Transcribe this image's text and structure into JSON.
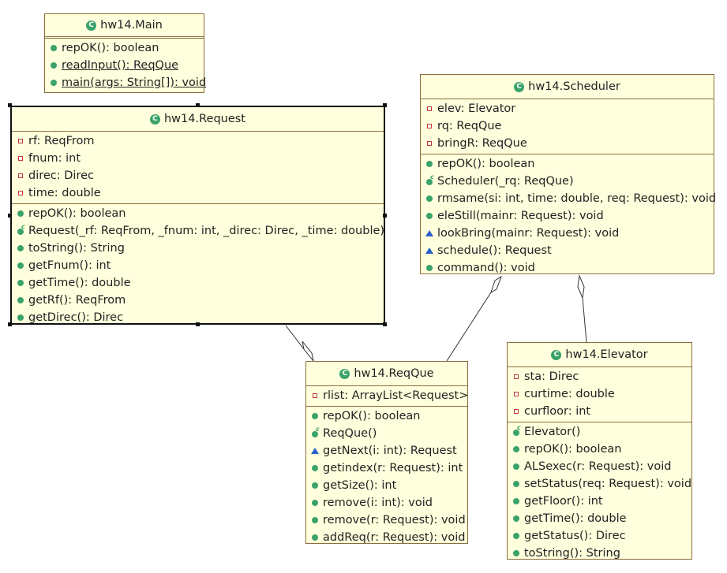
{
  "classes": {
    "main": {
      "name": "hw14.Main",
      "attributes": [],
      "operations": [
        {
          "vis": "pub",
          "text": "repOK(): boolean",
          "static": false
        },
        {
          "vis": "pub",
          "text": "readInput(): ReqQue",
          "static": true
        },
        {
          "vis": "pub",
          "text": "main(args: String[]): void",
          "static": true
        }
      ]
    },
    "request": {
      "name": "hw14.Request",
      "attributes": [
        {
          "vis": "priv",
          "text": "rf: ReqFrom"
        },
        {
          "vis": "priv",
          "text": "fnum: int"
        },
        {
          "vis": "priv",
          "text": "direc: Direc"
        },
        {
          "vis": "priv",
          "text": "time: double"
        }
      ],
      "operations": [
        {
          "vis": "pub",
          "text": "repOK(): boolean"
        },
        {
          "vis": "ctor",
          "text": "Request(_rf: ReqFrom, _fnum: int, _direc: Direc, _time: double)"
        },
        {
          "vis": "pub",
          "text": "toString(): String"
        },
        {
          "vis": "pub",
          "text": "getFnum(): int"
        },
        {
          "vis": "pub",
          "text": "getTime(): double"
        },
        {
          "vis": "pub",
          "text": "getRf(): ReqFrom"
        },
        {
          "vis": "pub",
          "text": "getDirec(): Direc"
        }
      ]
    },
    "scheduler": {
      "name": "hw14.Scheduler",
      "attributes": [
        {
          "vis": "priv",
          "text": "elev: Elevator"
        },
        {
          "vis": "priv",
          "text": "rq: ReqQue"
        },
        {
          "vis": "priv",
          "text": "bringR: ReqQue"
        }
      ],
      "operations": [
        {
          "vis": "pub",
          "text": "repOK(): boolean"
        },
        {
          "vis": "ctor",
          "text": "Scheduler(_rq: ReqQue)"
        },
        {
          "vis": "pub",
          "text": "rmsame(si: int, time: double, req: Request): void"
        },
        {
          "vis": "pub",
          "text": "eleStill(mainr: Request): void"
        },
        {
          "vis": "pkg",
          "text": "lookBring(mainr: Request): void"
        },
        {
          "vis": "pkg",
          "text": "schedule(): Request"
        },
        {
          "vis": "pub",
          "text": "command(): void"
        }
      ]
    },
    "reqque": {
      "name": "hw14.ReqQue",
      "attributes": [
        {
          "vis": "priv",
          "text": "rlist: ArrayList<Request>"
        }
      ],
      "operations": [
        {
          "vis": "pub",
          "text": "repOK(): boolean"
        },
        {
          "vis": "ctor",
          "text": "ReqQue()"
        },
        {
          "vis": "pkg",
          "text": "getNext(i: int): Request"
        },
        {
          "vis": "pub",
          "text": "getindex(r: Request): int"
        },
        {
          "vis": "pub",
          "text": "getSize(): int"
        },
        {
          "vis": "pub",
          "text": "remove(i: int): void"
        },
        {
          "vis": "pub",
          "text": "remove(r: Request): void"
        },
        {
          "vis": "pub",
          "text": "addReq(r: Request): void"
        }
      ]
    },
    "elevator": {
      "name": "hw14.Elevator",
      "attributes": [
        {
          "vis": "priv",
          "text": "sta: Direc"
        },
        {
          "vis": "priv",
          "text": "curtime: double"
        },
        {
          "vis": "priv",
          "text": "curfloor: int"
        }
      ],
      "operations": [
        {
          "vis": "ctor",
          "text": "Elevator()"
        },
        {
          "vis": "pub",
          "text": "repOK(): boolean"
        },
        {
          "vis": "pub",
          "text": "ALSexec(r: Request): void"
        },
        {
          "vis": "pub",
          "text": "setStatus(req: Request): void"
        },
        {
          "vis": "pub",
          "text": "getFloor(): int"
        },
        {
          "vis": "pub",
          "text": "getTime(): double"
        },
        {
          "vis": "pub",
          "text": "getStatus(): Direc"
        },
        {
          "vis": "pub",
          "text": "toString(): String"
        }
      ]
    }
  },
  "colors": {
    "class_fill": "#ffffdd",
    "class_border": "#8a6d3b",
    "public": "#3aa36a",
    "private": "#c0392b",
    "package": "#2a62c9"
  }
}
